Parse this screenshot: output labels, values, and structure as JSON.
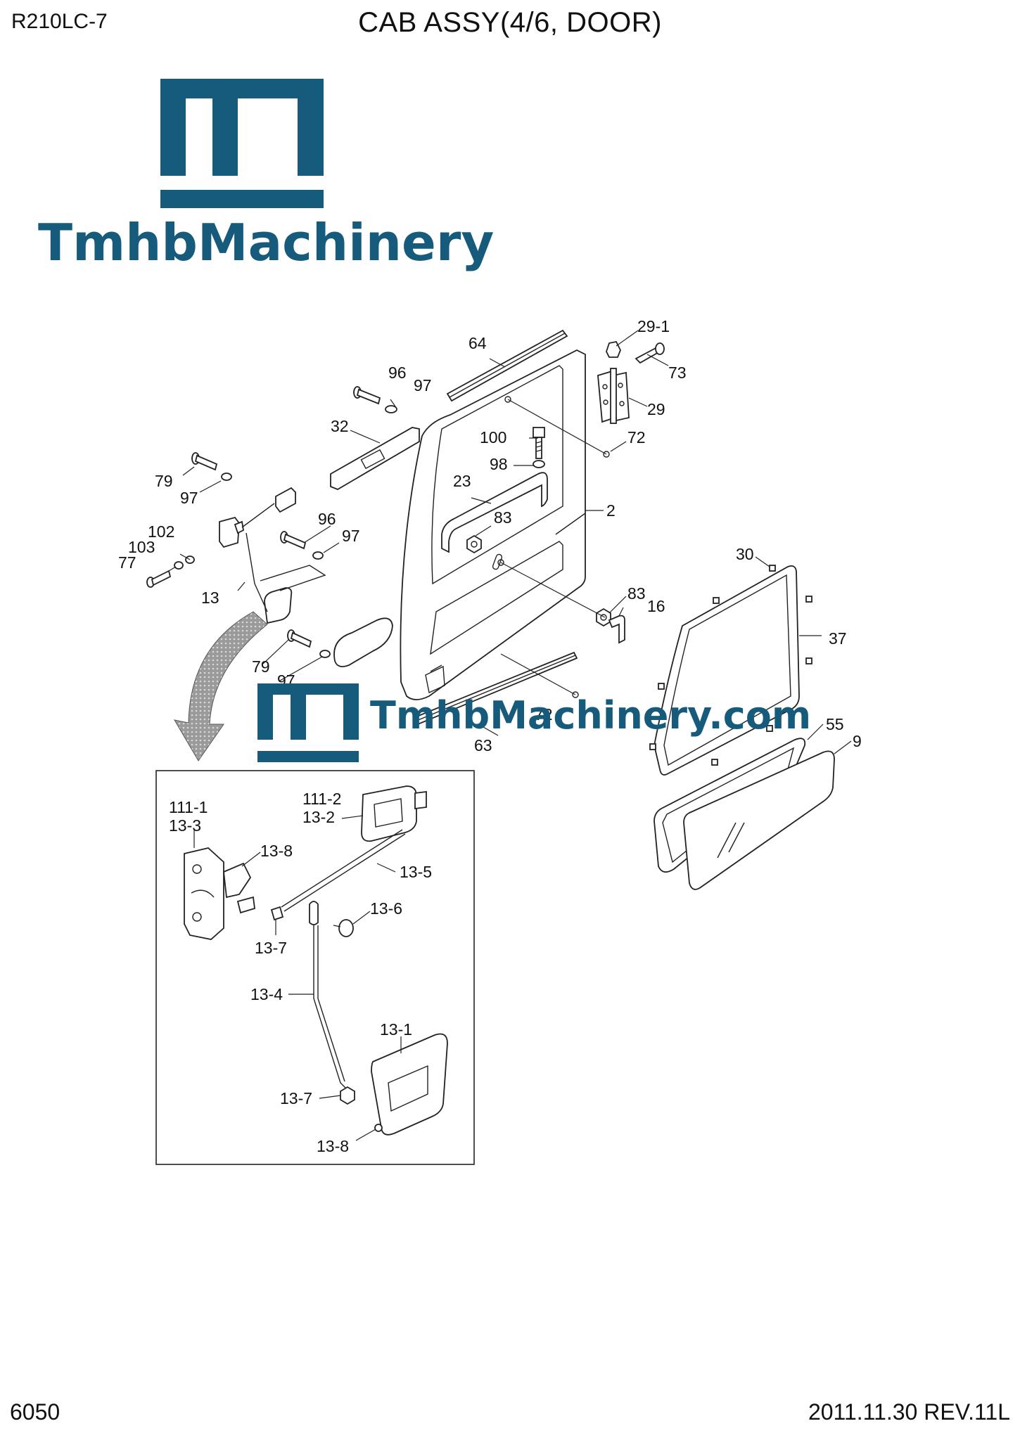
{
  "header": {
    "model": "R210LC-7",
    "title": "CAB ASSY(4/6, DOOR)"
  },
  "footer": {
    "page_number": "6050",
    "revision": "2011.11.30  REV.11L"
  },
  "watermark": {
    "brand_name": "TmhbMachinery",
    "brand_site": "TmhbMachinery.com",
    "color": "#175b7c"
  },
  "callouts": {
    "c29_1": "29-1",
    "c64": "64",
    "c73": "73",
    "c96a": "96",
    "c97a": "97",
    "c29": "29",
    "c32": "32",
    "c72a": "72",
    "c100": "100",
    "c98": "98",
    "c79a": "79",
    "c97b": "97",
    "c23": "23",
    "c2": "2",
    "c83a": "83",
    "c102": "102",
    "c96b": "96",
    "c97c": "97",
    "c103": "103",
    "c30": "30",
    "c77": "77",
    "c13": "13",
    "c83b": "83",
    "c16": "16",
    "c37": "37",
    "c79b": "79",
    "c97d": "97",
    "c72b": "72",
    "c55": "55",
    "c9": "9",
    "c63": "63"
  },
  "detail_callouts": {
    "c111_1": "111-1",
    "c13_3": "13-3",
    "c111_2": "111-2",
    "c13_2": "13-2",
    "c13_8a": "13-8",
    "c13_5": "13-5",
    "c13_6": "13-6",
    "c13_7a": "13-7",
    "c13_4": "13-4",
    "c13_1": "13-1",
    "c13_7b": "13-7",
    "c13_8b": "13-8"
  }
}
